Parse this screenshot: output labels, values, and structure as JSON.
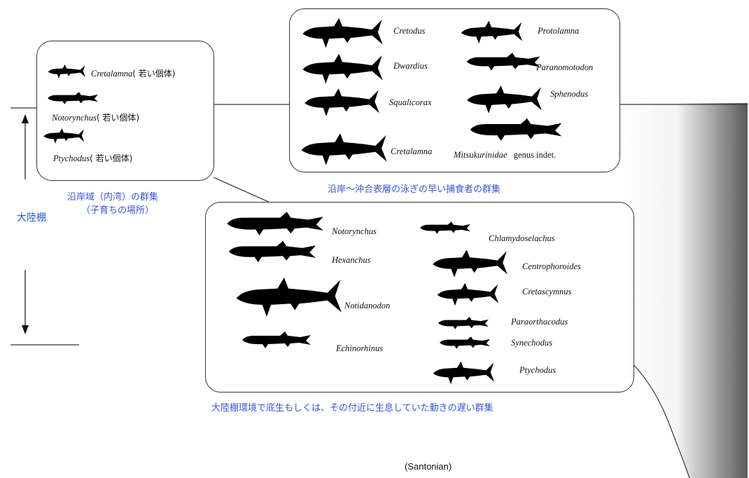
{
  "shelf_label": "大陸棚",
  "age_label": "(Santonian)",
  "groups": {
    "nursery": {
      "caption_line1": "沿岸域（内湾）の群集",
      "caption_line2": "（子育ちの場所）",
      "taxa": [
        {
          "name": "Cretalamna",
          "note": "( 若い個体)"
        },
        {
          "name": "Notorynchus",
          "note": "( 若い個体)"
        },
        {
          "name": "Ptychodus",
          "note": "( 若い個体)"
        }
      ]
    },
    "pelagic": {
      "caption": "沿岸〜沖合表層の泳ぎの早い捕食者の群集",
      "taxa": [
        "Cretodus",
        "Dwardius",
        "Squalicorax",
        "Cretalamna",
        "Protolamna",
        "Paranomotodon",
        "Sphenodus",
        "Mitsukurinidae"
      ],
      "mitsukurinidae_suffix": "genus indet."
    },
    "benthic": {
      "caption": "大陸棚環境で底生もしくは、その付近に生息していた動きの遅い群集",
      "taxa": [
        "Notorynchus",
        "Hexanchus",
        "Notidanodon",
        "Echinorhinus",
        "Chlamydoselachus",
        "Centrophoroides",
        "Cretascymnus",
        "Paraorthacodus",
        "Synechodus",
        "Ptychodus"
      ]
    }
  },
  "colors": {
    "silhouette": "#000000",
    "caption": "#3a55d8",
    "line": "#333333"
  }
}
